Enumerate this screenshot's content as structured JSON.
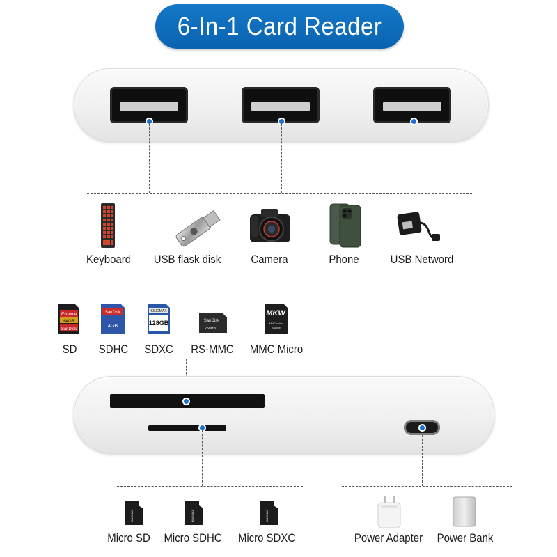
{
  "title": "6-In-1 Card Reader",
  "top_devices": [
    {
      "name": "Keyboard",
      "icon": "keyboard-icon"
    },
    {
      "name": "USB flask disk",
      "icon": "usb-flash-drive-icon"
    },
    {
      "name": "Camera",
      "icon": "camera-icon"
    },
    {
      "name": "Phone",
      "icon": "phone-icon"
    },
    {
      "name": "USB Netword",
      "icon": "usb-ethernet-adapter-icon"
    }
  ],
  "cards": [
    {
      "name": "SD",
      "icon": "sd-card-icon",
      "brand": "Extreme",
      "brand2": "SanDisk",
      "capacity": "64GB"
    },
    {
      "name": "SDHC",
      "icon": "sdhc-card-icon",
      "brand": "SanDisk",
      "capacity": "4GB"
    },
    {
      "name": "SDXC",
      "icon": "sdxc-card-icon",
      "brand": "KINGMAX",
      "capacity": "128GB"
    },
    {
      "name": "RS-MMC",
      "icon": "rs-mmc-card-icon",
      "brand": "SanDisk",
      "capacity": "256MB"
    },
    {
      "name": "MMC Micro",
      "icon": "mmc-micro-card-icon",
      "brand": "MKW",
      "sub": "MMC micro Adapter"
    }
  ],
  "micro_cards": [
    {
      "name": "Micro SD",
      "icon": "micro-sd-card-icon",
      "brand": "KINGMAX"
    },
    {
      "name": "Micro SDHC",
      "icon": "micro-sdhc-card-icon",
      "brand": "KINGMAX"
    },
    {
      "name": "Micro SDXC",
      "icon": "micro-sdxc-card-icon",
      "brand": "KINGMAX"
    }
  ],
  "power": [
    {
      "name": "Power Adapter",
      "icon": "power-adapter-icon"
    },
    {
      "name": "Power Bank",
      "icon": "power-bank-icon"
    }
  ],
  "colors": {
    "accent": "#0a6fbe",
    "dot": "#1b6fd0",
    "port": "#111111",
    "device_body": "#f2f2f2"
  }
}
